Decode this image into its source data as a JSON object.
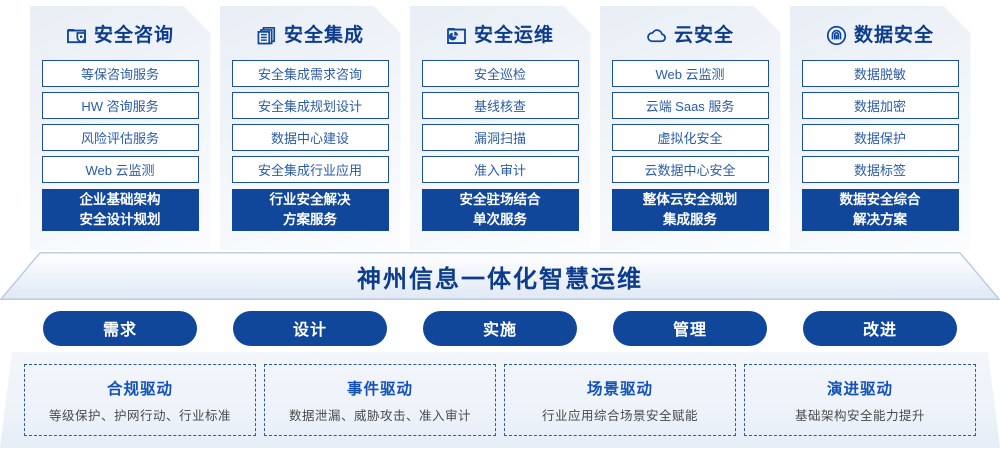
{
  "cards": [
    {
      "icon": "folder-shield-icon",
      "title": "安全咨询",
      "items": [
        "等保咨询服务",
        "HW 咨询服务",
        "风险评估服务",
        "Web 云监测"
      ],
      "footer": [
        "企业基础架构",
        "安全设计规划"
      ]
    },
    {
      "icon": "stacked-documents-icon",
      "title": "安全集成",
      "items": [
        "安全集成需求咨询",
        "安全集成规划设计",
        "数据中心建设",
        "安全集成行业应用"
      ],
      "footer": [
        "行业安全解决",
        "方案服务"
      ]
    },
    {
      "icon": "folder-chart-icon",
      "title": "安全运维",
      "items": [
        "安全巡检",
        "基线核查",
        "漏洞扫描",
        "准入审计"
      ],
      "footer": [
        "安全驻场结合",
        "单次服务"
      ]
    },
    {
      "icon": "cloud-icon",
      "title": "云安全",
      "items": [
        "Web 云监测",
        "云端 Saas 服务",
        "虚拟化安全",
        "云数据中心安全"
      ],
      "footer": [
        "整体云安全规划",
        "集成服务"
      ]
    },
    {
      "icon": "fingerprint-icon",
      "title": "数据安全",
      "items": [
        "数据脱敏",
        "数据加密",
        "数据保护",
        "数据标签"
      ],
      "footer": [
        "数据安全综合",
        "解决方案"
      ]
    }
  ],
  "banner": {
    "title": "神州信息一体化智慧运维"
  },
  "pills": [
    {
      "label": "需求"
    },
    {
      "label": "设计"
    },
    {
      "label": "实施"
    },
    {
      "label": "管理"
    },
    {
      "label": "改进"
    }
  ],
  "drivers": [
    {
      "title": "合规驱动",
      "subtitle": "等级保护、护网行动、行业标准"
    },
    {
      "title": "事件驱动",
      "subtitle": "数据泄漏、威胁攻击、准入审计"
    },
    {
      "title": "场景驱动",
      "subtitle": "行业应用综合场景安全赋能"
    },
    {
      "title": "演进驱动",
      "subtitle": "基础架构安全能力提升"
    }
  ],
  "colors": {
    "brand_blue": "#11479b",
    "title_blue": "#0d3c8c",
    "item_border": "#1d4fa0",
    "item_text": "#2a5ba8",
    "driver_title": "#1352b8",
    "driver_sub": "#4a4a4a",
    "card_bg_light": "#f4f7fb",
    "card_bg_dark": "#e9eef6",
    "page_bg": "#ffffff"
  }
}
